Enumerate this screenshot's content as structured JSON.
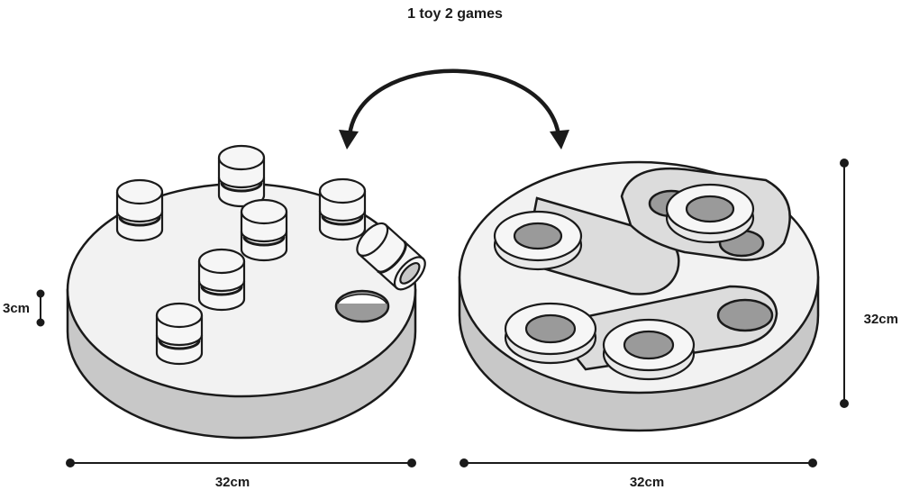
{
  "title": "1 toy 2 games",
  "dimensions": {
    "height_label": "3cm",
    "left_width_label": "32cm",
    "right_width_label": "32cm",
    "right_depth_label": "32cm"
  },
  "colors": {
    "stroke": "#1a1a1a",
    "board_top": "#f2f2f2",
    "board_side": "#c8c8c8",
    "hole": "#9a9a9a",
    "channel": "#dcdcdc",
    "piece": "#f6f6f6"
  }
}
